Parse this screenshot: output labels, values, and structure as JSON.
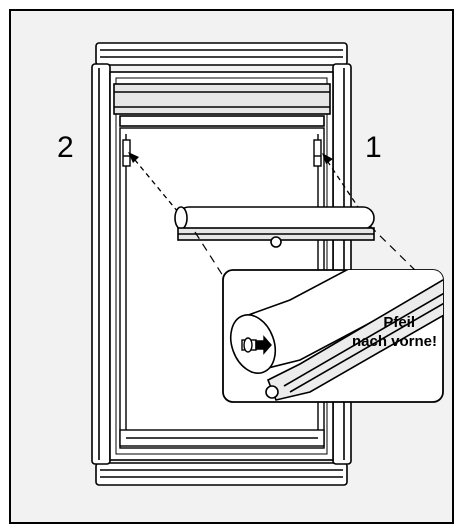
{
  "figure": {
    "step_labels": {
      "left": "2",
      "right": "1"
    },
    "callout": {
      "line1": "Pfeil",
      "line2": "nach vorne!"
    },
    "colors": {
      "stroke": "#000000",
      "background": "#ffffff",
      "panel": "#f2f2f2",
      "shade": "#d9d9d9"
    }
  }
}
